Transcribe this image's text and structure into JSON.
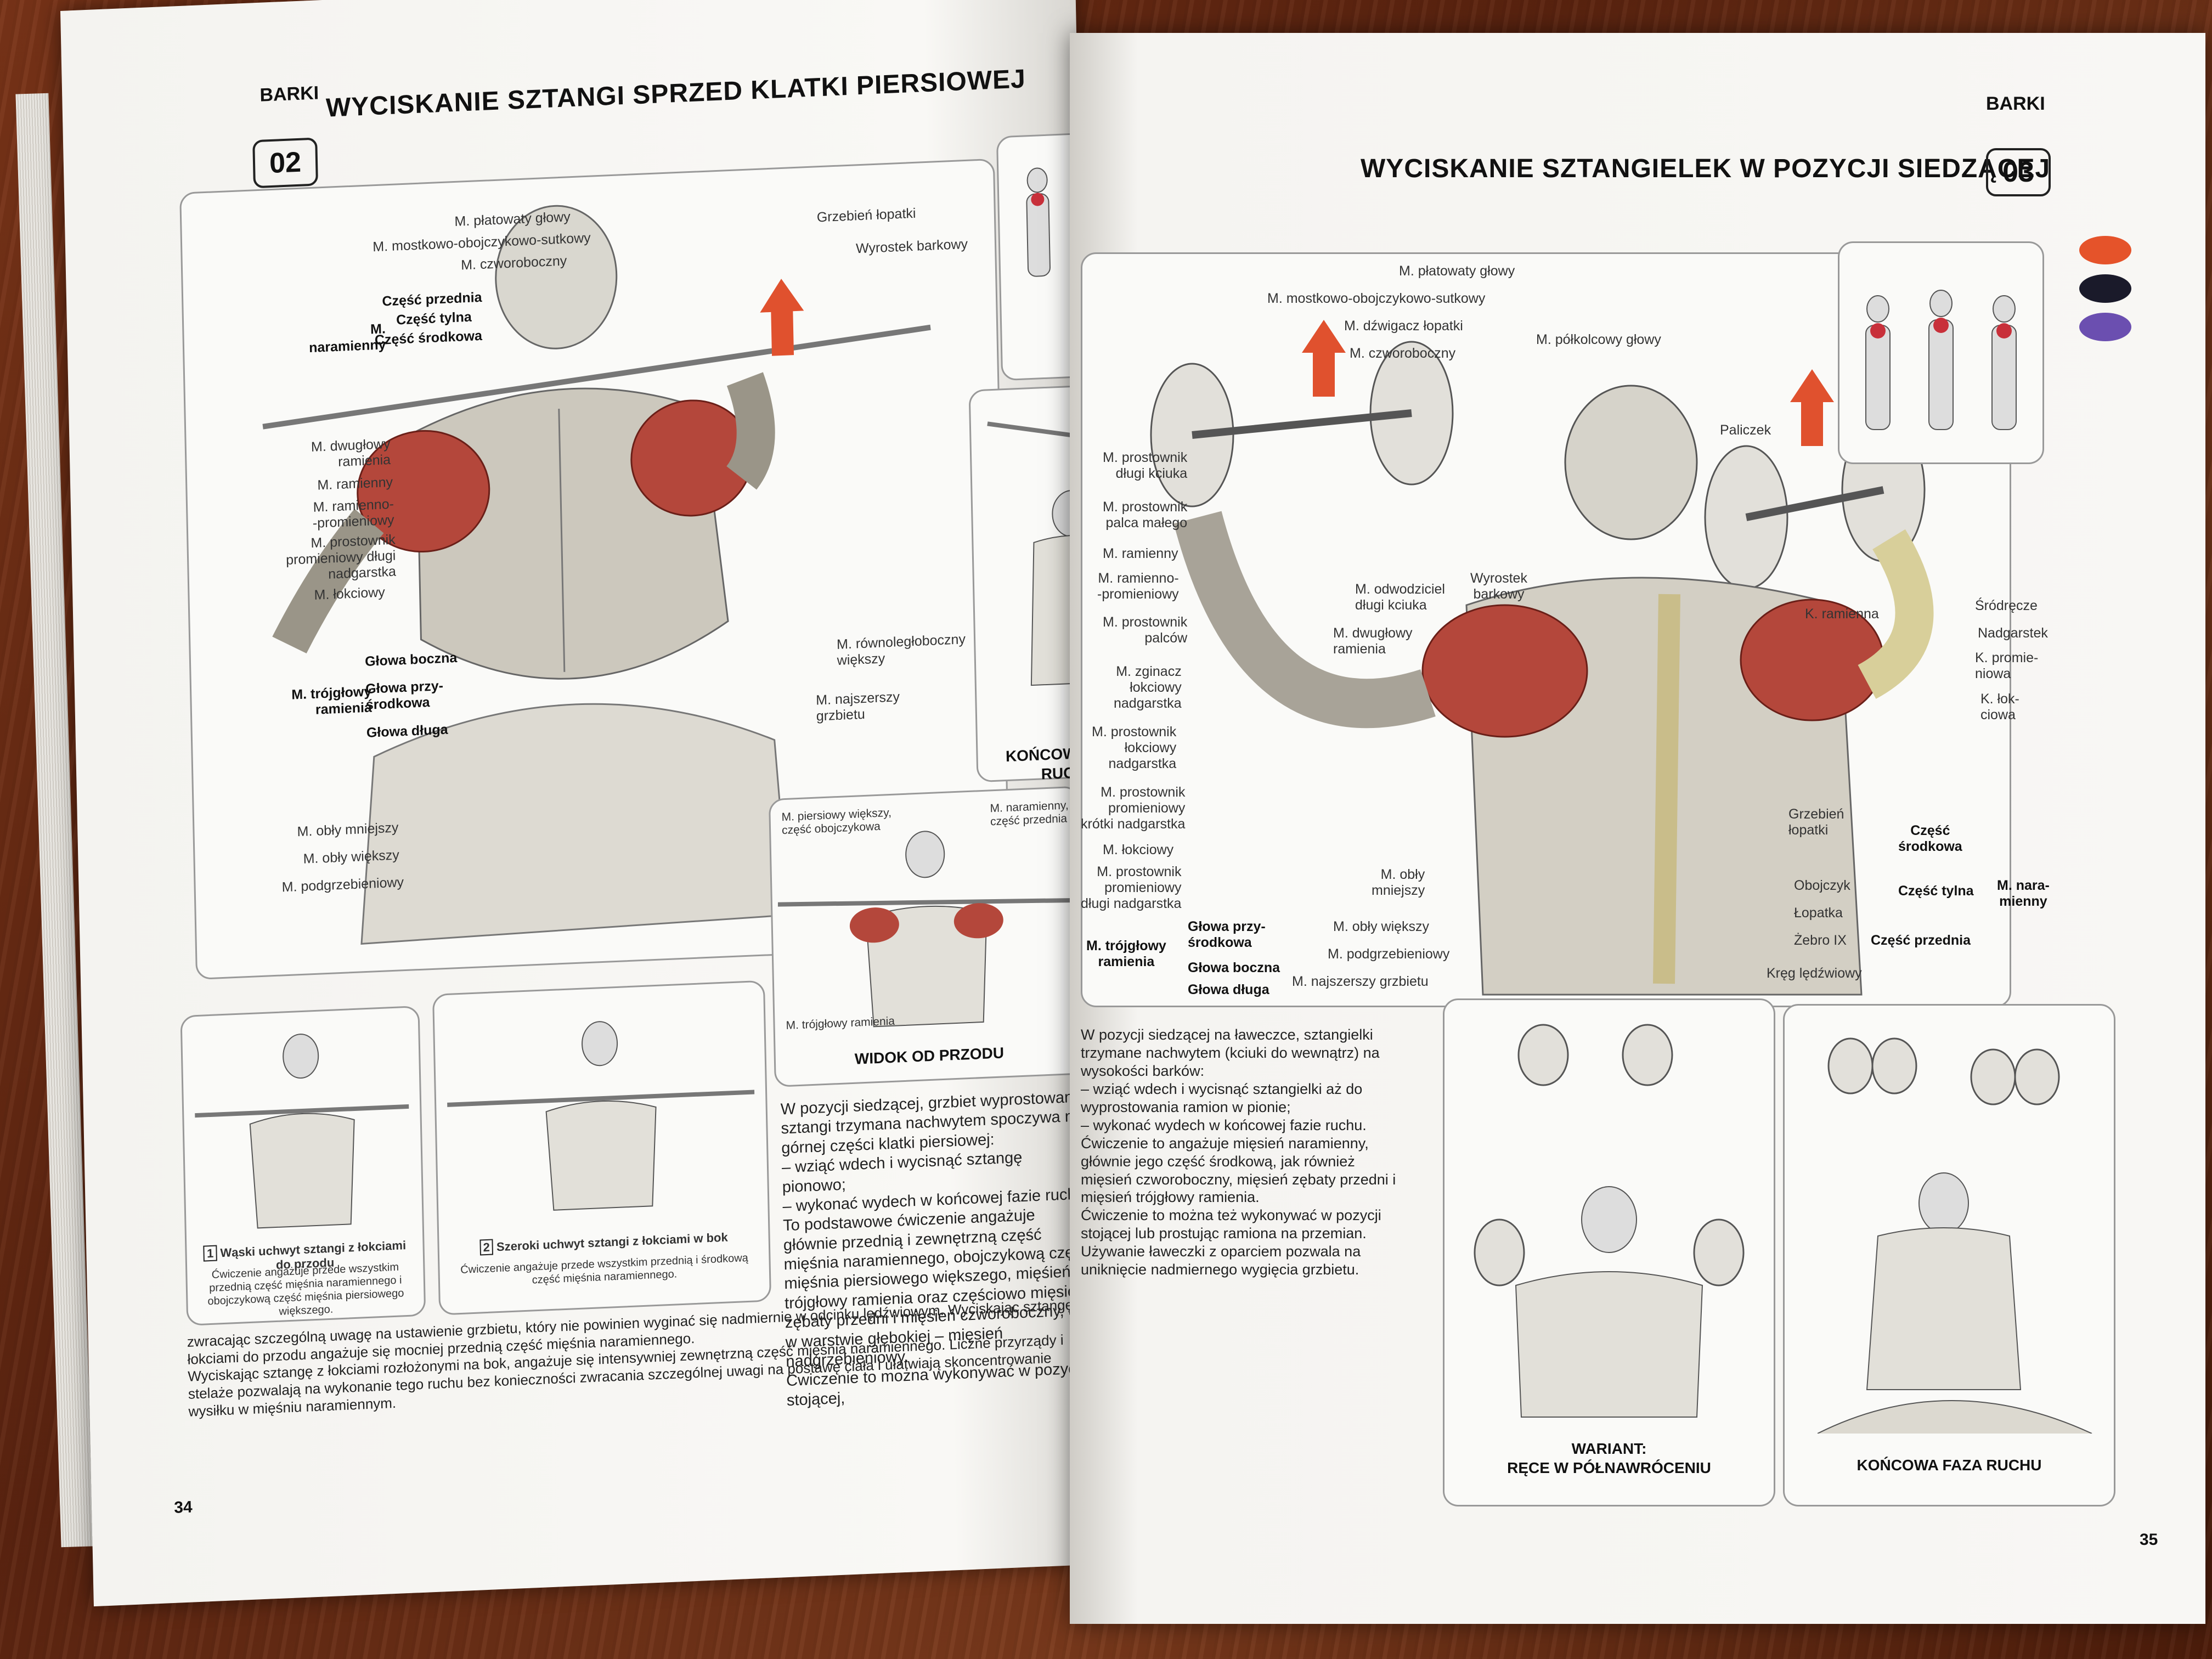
{
  "left_page": {
    "section": "BARKI",
    "exercise_number": "02",
    "title": "WYCISKANIE SZTANGI SPRZED KLATKI PIERSIOWEJ",
    "legend_colors": [
      "#e5532a",
      "#d2232a",
      "#1a1a2a",
      "#6b4fb0"
    ],
    "labels": {
      "platowaty": "M. płatowaty głowy",
      "mostkowo": "M. mostkowo-obojczykowo-sutkowy",
      "czworoboczny": "M. czworoboczny",
      "grzebien": "Grzebień łopatki",
      "wyrostek": "Wyrostek barkowy",
      "czesc_przednia": "Część przednia",
      "czesc_tylna": "Część tylna",
      "czesc_srodkowa": "Część środkowa",
      "naramienny": "M.\nnaramienny",
      "dwuglowy": "M. dwugłowy\nramienia",
      "ramienny": "M. ramienny",
      "ramienno": "M. ramienno-\n-promieniowy",
      "prostownik": "M. prostownik\npromieniowy długi\nnadgarstka",
      "lokciowy": "M. łokciowy",
      "glowa_boczna": "Głowa boczna",
      "glowa_przysrodkowa": "Głowa przy-\nśrodkowa",
      "glowa_dluga": "Głowa długa",
      "trojglowy": "M. trójgłowy\nramienia",
      "rownoleglo": "M. równoległoboczny\nwiększy",
      "najszerszy": "M. najszerszy\ngrzbietu",
      "obly_mniejszy": "M. obły mniejszy",
      "obly_wiekszy": "M. obły większy",
      "podgrzebieniowy": "M. podgrzebieniowy",
      "piersiowy": "M. piersiowy większy,\nczęść obojczykowa",
      "nar_przednia": "M. naramienny,\nczęść przednia",
      "trojglowy_front": "M. trójgłowy ramienia"
    },
    "caption_final": "KOŃCOWA FAZA RUCHU",
    "caption_front": "WIDOK OD PRZODU",
    "grip1_num": "1",
    "grip1_title": "Wąski uchwyt sztangi z łokciami do przodu",
    "grip1_desc": "Ćwiczenie angażuje przede wszystkim przednią część mięśnia naramiennego i obojczykową część mięśnia piersiowego większego.",
    "grip2_num": "2",
    "grip2_title": "Szeroki uchwyt sztangi z łokciami w bok",
    "grip2_desc": "Ćwiczenie angażuje przede wszystkim przednią i środkową część mięśnia naramiennego.",
    "body_text": "W pozycji siedzącej, grzbiet wyprostowany, sztangi trzymana nachwytem spoczywa na górnej części klatki piersiowej:\n– wziąć wdech i wycisnąć sztangę pionowo;\n– wykonać wydech w końcowej fazie ruchu.\nTo podstawowe ćwiczenie angażuje głównie przednią i zewnętrzną część mięśnia naramiennego, obojczykową część mięśnia piersiowego większego, mięśień trójgłowy ramienia oraz częściowo mięsień zębaty przedni i mięsień czworoboczny, a w warstwie głębokiej – mięsień nadgrzebieniowy.\nĆwiczenie to można wykonywać w pozycji stojącej,",
    "bottom_text": "zwracając szczególną uwagę na ustawienie grzbietu, który nie powinien wyginać się nadmiernie w odcinku lędźwiowym. Wyciskając sztangę z łokciami do przodu angażuje się mocniej przednią część mięśnia naramiennego.\nWyciskając sztangę z łokciami rozłożonymi na bok, angażuje się intensywniej zewnętrzną część mięśnia naramiennego. Liczne przyrządy i stelaże pozwalają na wykonanie tego ruchu bez konieczności zwracania szczególnej uwagi na postawę ciała i ułatwiają skoncentrowanie wysiłku w mięśniu naramiennym.",
    "page_number": "34"
  },
  "right_page": {
    "section": "BARKI",
    "exercise_number": "03",
    "title": "WYCISKANIE SZTANGIELEK W POZYCJI SIEDZĄCEJ",
    "legend_colors": [
      "#e5532a",
      "#1a1a2a",
      "#6b4fb0"
    ],
    "labels": {
      "platowaty": "M. płatowaty głowy",
      "mostkowo": "M. mostkowo-obojczykowo-sutkowy",
      "dzwigacz": "M. dźwigacz łopatki",
      "czworoboczny": "M. czworoboczny",
      "polkolcowy": "M. półkolcowy głowy",
      "paliczek": "Paliczek",
      "prost_dlugi": "M. prostownik\ndługi kciuka",
      "prost_palca": "M. prostownik\npalca małego",
      "ramienny": "M. ramienny",
      "ramienno": "M. ramienno-\n-promieniowy",
      "prost_palcow": "M. prostownik\npalców",
      "zginacz": "M. zginacz\nłokciowy\nnadgarstka",
      "prost_lokciowy": "M. prostownik\nłokciowy\nnadgarstka",
      "prost_krotki": "M. prostownik\npromieniowy\nkrótki nadgarstka",
      "lokciowy": "M. łokciowy",
      "prost_prom_dlugi": "M. prostownik\npromieniowy\ndługi nadgarstka",
      "odwodziciel": "M. odwodziciel\ndługi kciuka",
      "dwuglowy": "M. dwugłowy\nramienia",
      "wyrostek": "Wyrostek\nbarkowy",
      "k_ramienna": "K. ramienna",
      "srodrecze": "Śródręcze",
      "nadgarstek": "Nadgarstek",
      "k_promieniowa": "K. promie-\nniowa",
      "k_lokciowa": "K. łok-\nciowa",
      "grzebien": "Grzebień\nłopatki",
      "obojczyk": "Obojczyk",
      "lopatka": "Łopatka",
      "zebro": "Żebro IX",
      "czesc_srodkowa": "Część\nśrodkowa",
      "czesc_tylna": "Część tylna",
      "czesc_przednia": "Część przednia",
      "naramienny": "M. nara-\nmienny",
      "obly_mniejszy": "M. obły\nmniejszy",
      "obly_wiekszy": "M. obły większy",
      "podgrzebieniowy": "M. podgrzebieniowy",
      "najszerszy": "M. najszerszy grzbietu",
      "kreg": "Kręg lędźwiowy",
      "glowa_przysrodkowa": "Głowa przy-\nśrodkowa",
      "glowa_boczna": "Głowa boczna",
      "glowa_dluga": "Głowa długa",
      "trojglowy": "M. trójgłowy\nramienia"
    },
    "body_text": "W pozycji siedzącej na ławeczce, sztangielki trzymane nachwytem (kciuki do wewnątrz) na wysokości barków:\n– wziąć wdech i wycisnąć sztangielki aż do wyprostowania ramion w pionie;\n– wykonać wydech w końcowej fazie ruchu.\nĆwiczenie to angażuje mięsień naramienny, głównie jego część środkową, jak również mięsień czworoboczny, mięsień zębaty przedni i mięsień trójgłowy ramienia.\nĆwiczenie to można też wykonywać w pozycji stojącej lub prostując ramiona na przemian. Używanie ławeczki z oparciem pozwala na uniknięcie nadmiernego wygięcia grzbietu.",
    "caption_variant": "WARIANT:\nRĘCE W PÓŁNAWRÓCENIU",
    "caption_final": "KOŃCOWA FAZA RUCHU",
    "page_number": "35"
  }
}
